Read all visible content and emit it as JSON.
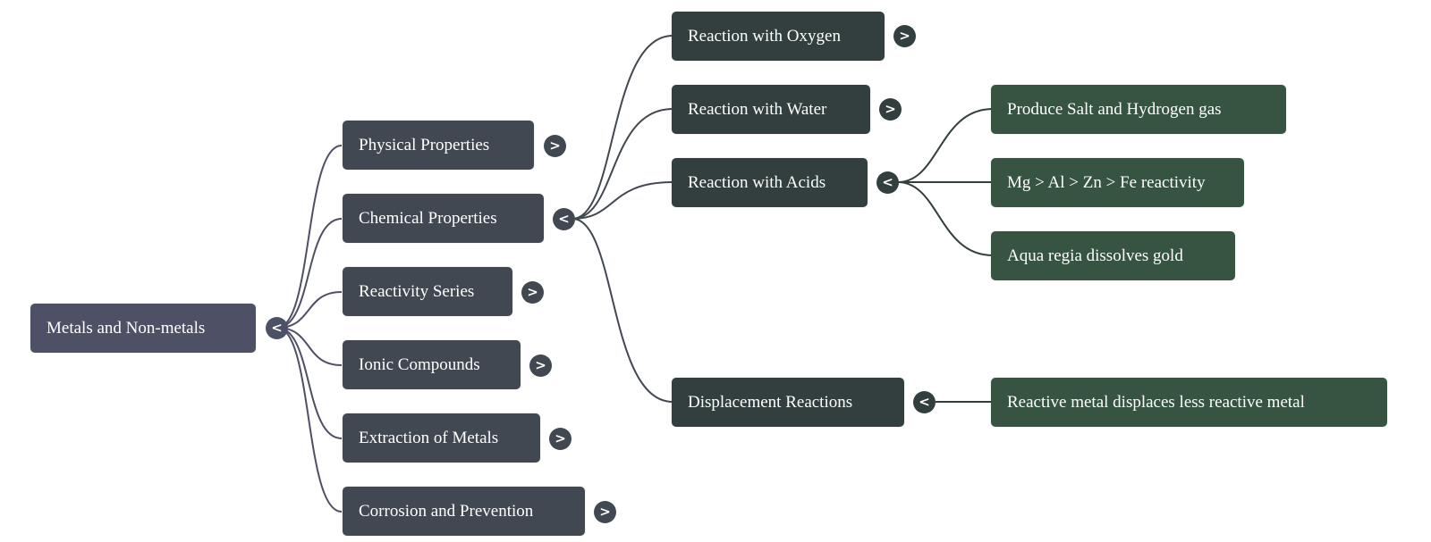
{
  "root": {
    "label": "Metals and Non-metals",
    "toggle": "<"
  },
  "level1": [
    {
      "label": "Physical Properties",
      "toggle": ">"
    },
    {
      "label": "Chemical Properties",
      "toggle": "<"
    },
    {
      "label": "Reactivity Series",
      "toggle": ">"
    },
    {
      "label": "Ionic Compounds",
      "toggle": ">"
    },
    {
      "label": "Extraction of Metals",
      "toggle": ">"
    },
    {
      "label": "Corrosion and Prevention",
      "toggle": ">"
    }
  ],
  "level2": [
    {
      "label": "Reaction with Oxygen",
      "toggle": ">"
    },
    {
      "label": "Reaction with Water",
      "toggle": ">"
    },
    {
      "label": "Reaction with Acids",
      "toggle": "<"
    },
    {
      "label": "Displacement Reactions",
      "toggle": "<"
    }
  ],
  "level3": [
    {
      "label": "Produce Salt and Hydrogen gas"
    },
    {
      "label": "Mg > Al > Zn > Fe reactivity"
    },
    {
      "label": "Aqua regia dissolves gold"
    },
    {
      "label": "Reactive metal displaces less reactive metal"
    }
  ],
  "colors": {
    "root": "#4e5066",
    "level1": "#424851",
    "level2": "#323f3e",
    "level3": "#375342",
    "link_root": "#4e5066",
    "link_l1": "#424851",
    "link_l2": "#323f3e"
  }
}
